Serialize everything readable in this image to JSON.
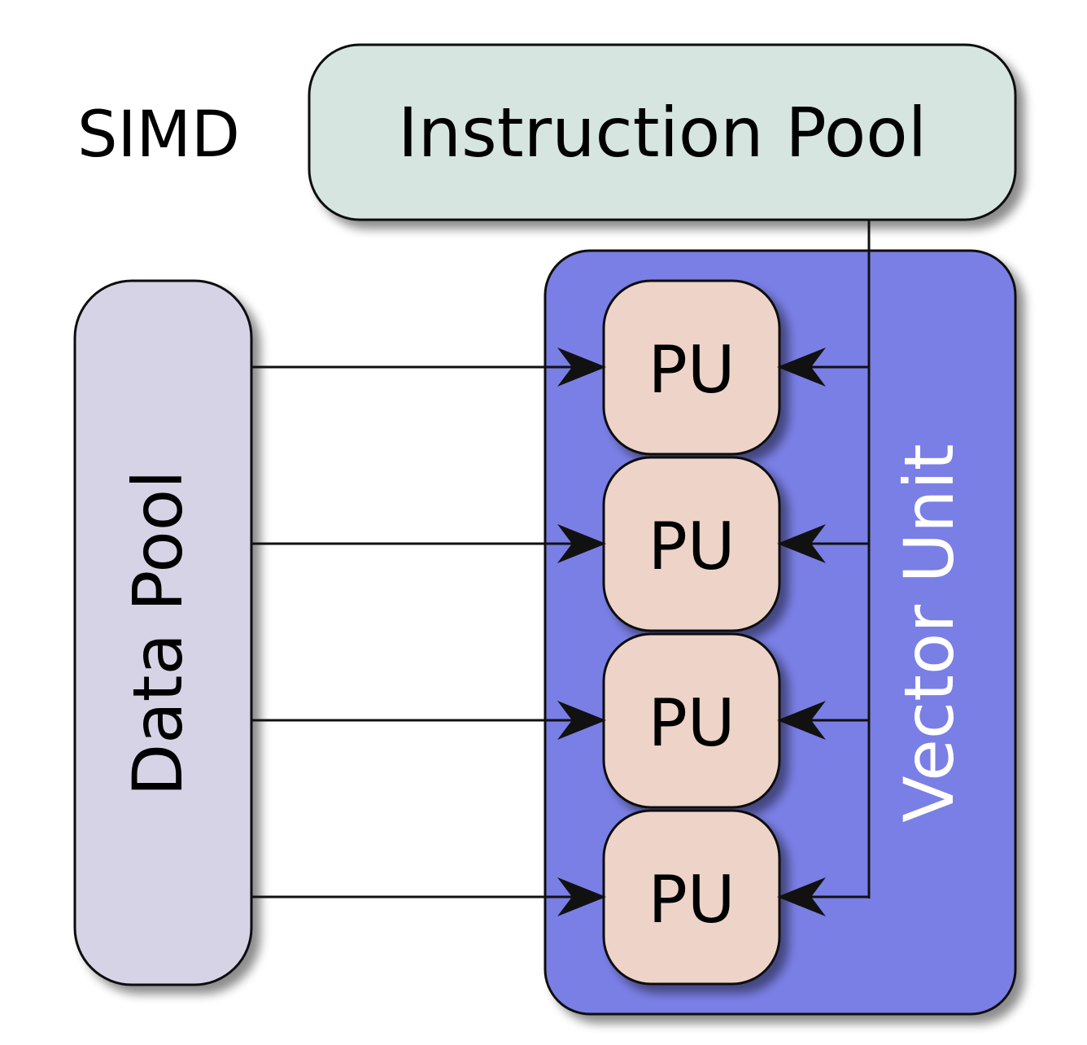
{
  "diagram": {
    "title": "SIMD",
    "instruction_pool": {
      "label": "Instruction Pool"
    },
    "data_pool": {
      "label": "Data Pool"
    },
    "vector_unit": {
      "label": "Vector Unit"
    },
    "processing_units": [
      {
        "label": "PU"
      },
      {
        "label": "PU"
      },
      {
        "label": "PU"
      },
      {
        "label": "PU"
      }
    ]
  },
  "colors": {
    "instruction_pool_fill": "#d6e5e0",
    "data_pool_fill": "#d6d3e6",
    "vector_unit_fill": "#7a7fe6",
    "pu_fill": "#eed4c8",
    "stroke": "#111111",
    "arrow": "#111111"
  }
}
